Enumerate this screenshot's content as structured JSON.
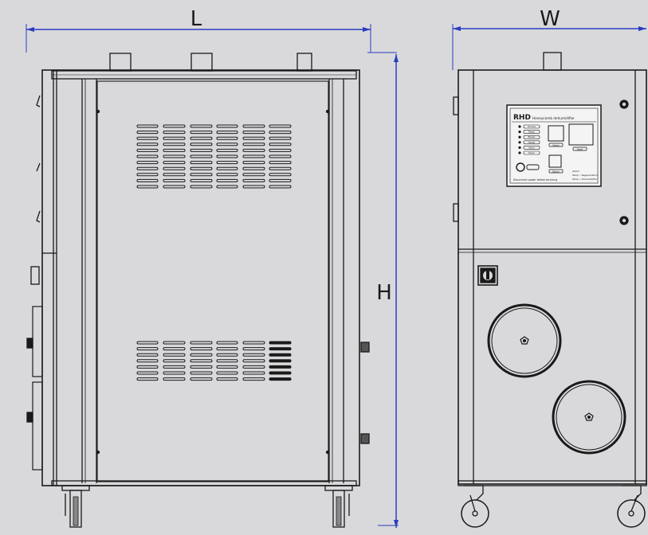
{
  "dimensions": {
    "length_label": "L",
    "width_label": "W",
    "height_label": "H"
  },
  "panel": {
    "brand": "RHD",
    "title": "Honeycomb dehumidifier",
    "footer": "Disconnect power before servicing",
    "right_note_1": "Alarm",
    "right_note_2": "Temp • Regeneration",
    "right_note_3": "Temp • Dehumidifier",
    "button_1": "Heater",
    "button_2": "Reset",
    "button_3": "Blower",
    "indicators": [
      "Process",
      "Regen",
      "Blower",
      "Heater",
      "Alarm",
      "Power"
    ]
  },
  "colors": {
    "background": "#d9d9dc",
    "line": "#1a1a1a",
    "dimension": "#2a3dbf"
  }
}
